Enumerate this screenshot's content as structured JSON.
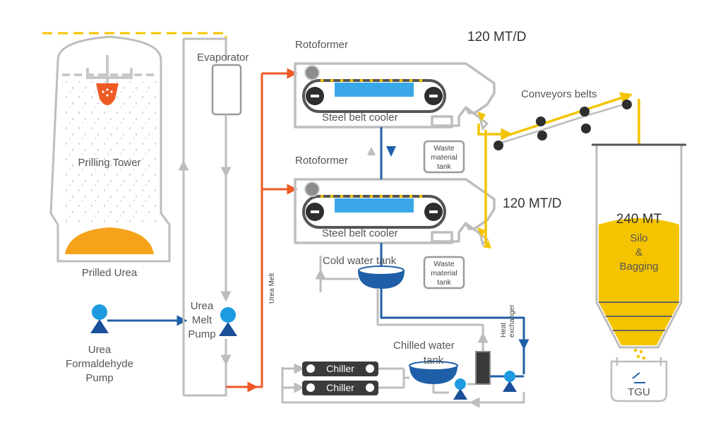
{
  "labels": {
    "evaporator": "Evaporator",
    "rotoformer_top": "Rotoformer",
    "rotoformer_bottom": "Rotoformer",
    "steel_belt_cooler_top": "Steel belt cooler",
    "steel_belt_cooler_bottom": "Steel belt cooler",
    "rate_top": "120 MT/D",
    "rate_bottom": "120 MT/D",
    "conveyors": "Conveyors belts",
    "prilling_tower": "Prilling Tower",
    "prilled_urea": "Prilled Urea",
    "urea_melt_pump_1": "Urea",
    "urea_melt_pump_2": "Melt",
    "urea_melt_pump_3": "Pump",
    "uf_pump_1": "Urea",
    "uf_pump_2": "Formaldehyde",
    "uf_pump_3": "Pump",
    "urea_melt_line": "Urea Melt",
    "waste_tank_top_1": "Waste",
    "waste_tank_top_2": "material",
    "waste_tank_top_3": "tank",
    "waste_tank_bottom_1": "Waste",
    "waste_tank_bottom_2": "material",
    "waste_tank_bottom_3": "tank",
    "cold_water_tank": "Cold water tank",
    "chilled_water_tank_1": "Chilled water",
    "chilled_water_tank_2": "tank",
    "chiller_1": "Chiller",
    "chiller_2": "Chiller",
    "heat_exchanger_1": "Heat",
    "heat_exchanger_2": "exchanger",
    "silo_capacity": "240 MT",
    "silo_1": "Silo",
    "silo_2": "&",
    "silo_3": "Bagging",
    "bag": "TGU"
  },
  "colors": {
    "urea_melt": "#ee5a24",
    "water": "#1f5fa8",
    "product": "#f5c400",
    "pipes": "#bdbdbd",
    "pump": "#1e9be0",
    "belt_water": "#3aa8e8",
    "silo_fill": "#f5c400",
    "prill_pile": "#f7a21b",
    "chiller": "#3a3a3a"
  },
  "icons": {
    "pumps": "pump-icon",
    "chillers": "fan-icon",
    "rollers": "belt-roller-icon"
  }
}
